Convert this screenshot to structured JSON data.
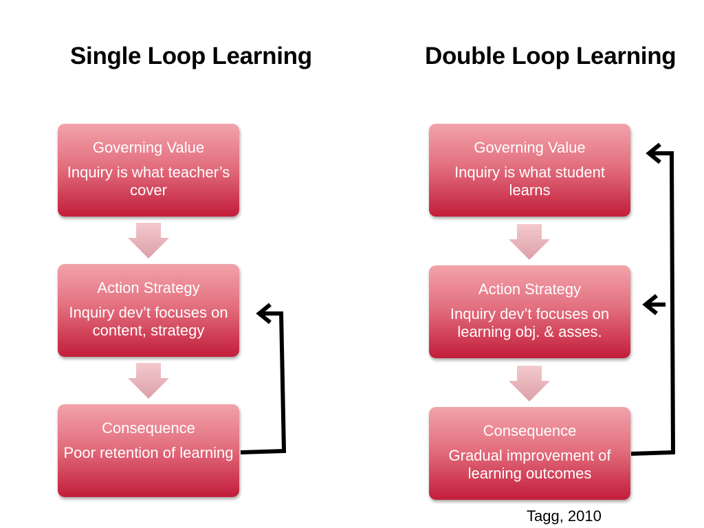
{
  "titles": {
    "single": "Single Loop Learning",
    "double": "Double Loop Learning"
  },
  "single_loop": {
    "governing_value": {
      "heading": "Governing Value",
      "body": "Inquiry is what teacher’s cover"
    },
    "action_strategy": {
      "heading": "Action Strategy",
      "body": "Inquiry dev’t focuses on content, strategy"
    },
    "consequence": {
      "heading": "Consequence",
      "body": "Poor retention of learning"
    }
  },
  "double_loop": {
    "governing_value": {
      "heading": "Governing Value",
      "body": "Inquiry is what student learns"
    },
    "action_strategy": {
      "heading": "Action Strategy",
      "body": "Inquiry dev’t focuses on learning obj. & asses."
    },
    "consequence": {
      "heading": "Consequence",
      "body": "Gradual improvement of learning outcomes"
    }
  },
  "citation": "Tagg, 2010",
  "colors": {
    "box_top": "#f2a3ab",
    "box_bottom": "#c21d3a",
    "connector_arrow": "#e8b8bd",
    "feedback_loop": "#000000"
  }
}
